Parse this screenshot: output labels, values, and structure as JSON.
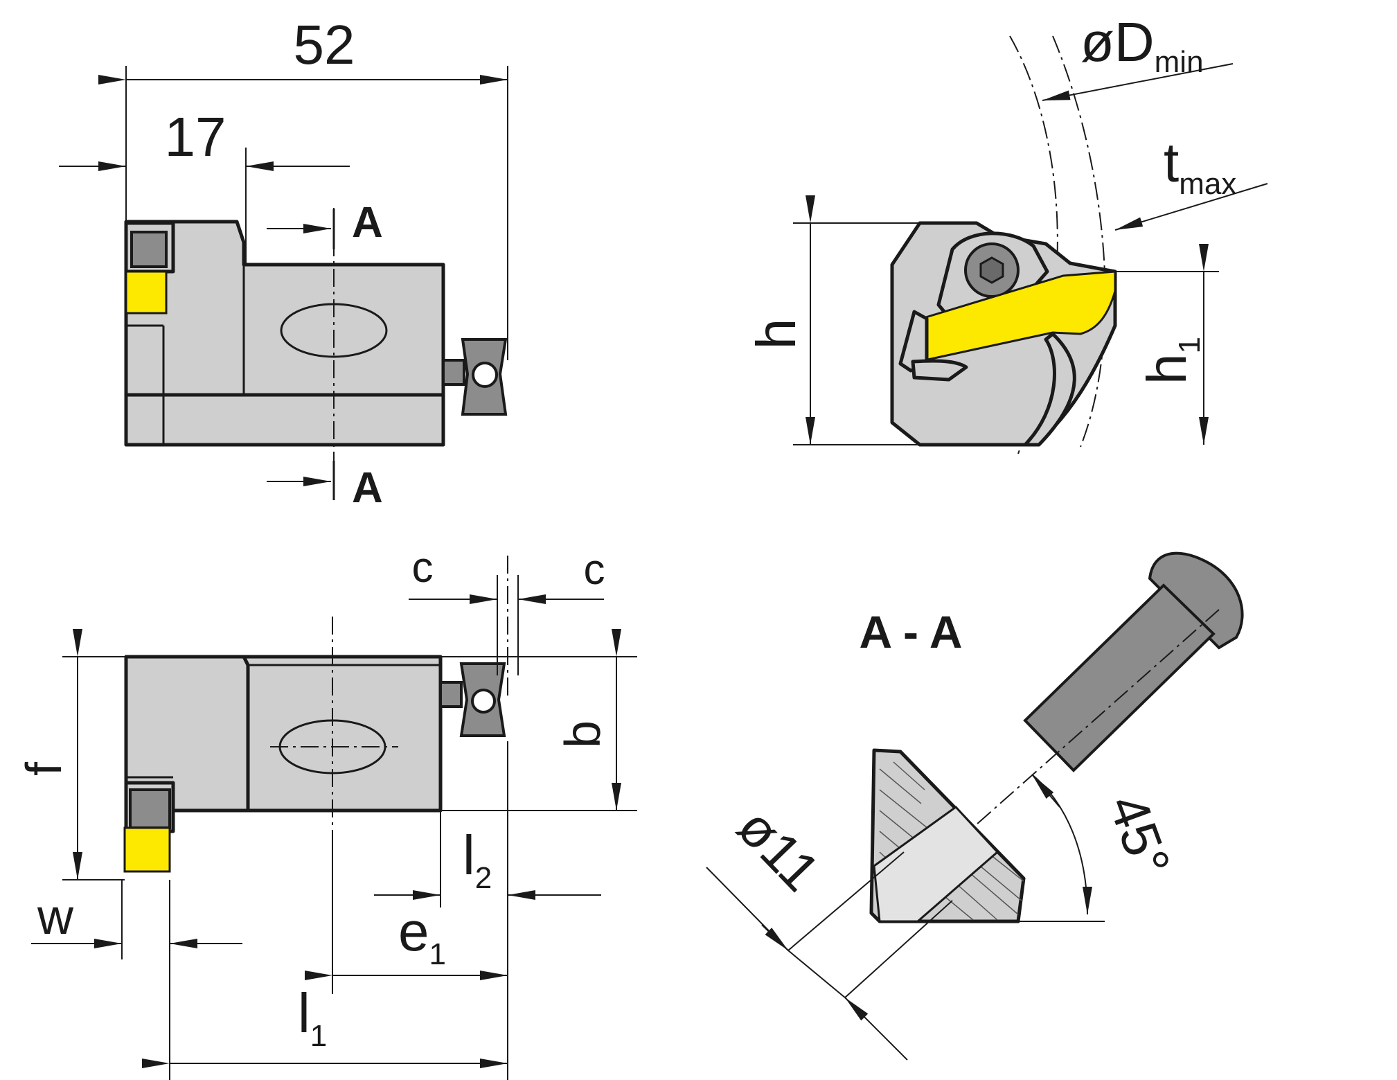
{
  "dimensions": {
    "top_overall_length": "52",
    "top_offset": "17",
    "d_min_base": "øD",
    "d_min_sub": "min",
    "t_max_base": "t",
    "t_max_sub": "max",
    "h": "h",
    "h1_base": "h",
    "h1_sub": "1",
    "c_left": "c",
    "c_right": "c",
    "f": "f",
    "b": "b",
    "w": "w",
    "l2_base": "l",
    "l2_sub": "2",
    "e1_base": "e",
    "e1_sub": "1",
    "l1_base": "l",
    "l1_sub": "1",
    "diameter_11": "ø11",
    "angle_45": "45°"
  },
  "section_labels": {
    "cut_top": "A",
    "cut_bottom": "A",
    "section_view": "A - A"
  },
  "colors": {
    "insert": "#fde800",
    "body": "#cfcfcf",
    "screw": "#8c8c8c",
    "outline": "#1a1a1a"
  }
}
